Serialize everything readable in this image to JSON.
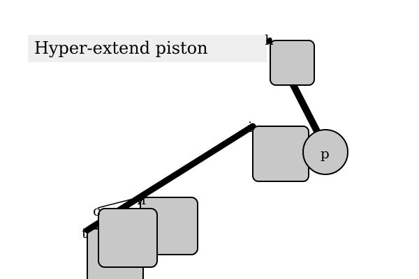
{
  "task": {
    "instruction": "Hyper-extend piston"
  },
  "scene": {
    "colors": {
      "block_fill": "#c8c8c8",
      "outline": "#000000",
      "instruction_bg": "#efefef"
    },
    "piston_label": "p",
    "joint_labels": {
      "top": "h",
      "upper": "i",
      "middle": "n",
      "left": "c",
      "base": "t"
    }
  }
}
